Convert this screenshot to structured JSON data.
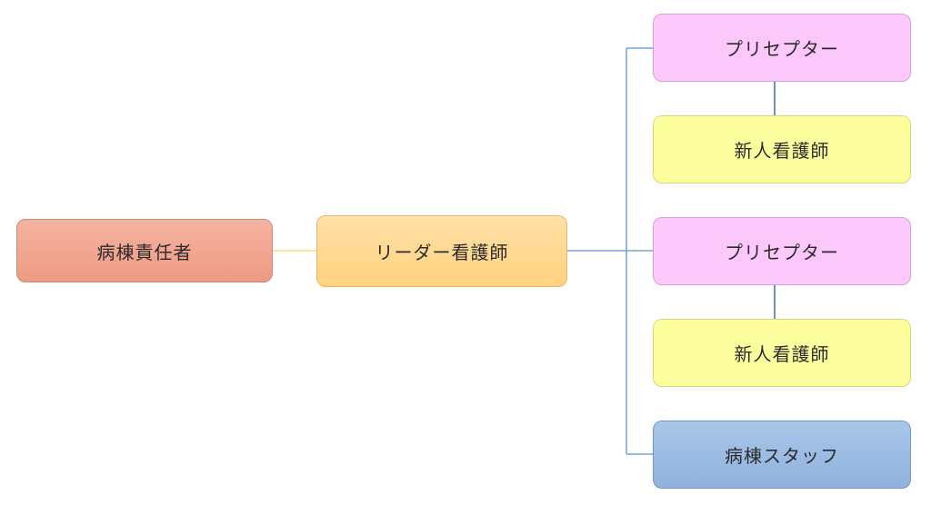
{
  "diagram": {
    "nodes": {
      "head": {
        "label": "病棟責任者",
        "color": "#f2a890"
      },
      "leader": {
        "label": "リーダー看護師",
        "color": "#ffd98f"
      },
      "preceptor_1": {
        "label": "プリセプター",
        "color": "#fcc8fc"
      },
      "new_nurse_1": {
        "label": "新人看護師",
        "color": "#fdfe9d"
      },
      "preceptor_2": {
        "label": "プリセプター",
        "color": "#fcc8fc"
      },
      "new_nurse_2": {
        "label": "新人看護師",
        "color": "#fdfe9d"
      },
      "staff": {
        "label": "病棟スタッフ",
        "color": "#9dbbe3"
      }
    },
    "edges": [
      {
        "from": "head",
        "to": "leader",
        "color": "#f5e27a"
      },
      {
        "from": "leader",
        "to": "preceptor_1",
        "color": "#6ea3d8"
      },
      {
        "from": "leader",
        "to": "preceptor_2",
        "color": "#6ea3d8"
      },
      {
        "from": "leader",
        "to": "staff",
        "color": "#6ea3d8"
      },
      {
        "from": "preceptor_1",
        "to": "new_nurse_1",
        "color": "#3b6fb6"
      },
      {
        "from": "preceptor_2",
        "to": "new_nurse_2",
        "color": "#3b6fb6"
      }
    ]
  }
}
